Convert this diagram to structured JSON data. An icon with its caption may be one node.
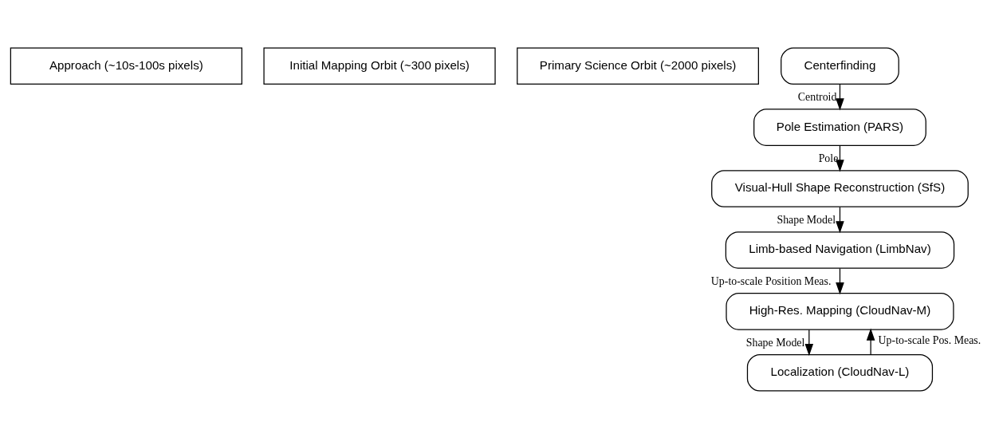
{
  "diagram": {
    "nodes": [
      {
        "text": [
          "Approach (~10s-100s pixels)"
        ]
      },
      {
        "text": [
          "Initial Mapping Orbit (~300 pixels)"
        ]
      },
      {
        "text": [
          "Primary Science Orbit (~2000 pixels)"
        ]
      },
      {
        "text": [
          "Centerfinding"
        ]
      },
      {
        "text": [
          "Pole Estimation (PARS)"
        ]
      },
      {
        "text": [
          "Visual-Hull Shape Reconstruction (SfS)"
        ]
      },
      {
        "text": [
          "Limb-based Navigation (LimbNav)"
        ]
      },
      {
        "text": [
          "High-Res. Mapping (CloudNav-M)"
        ]
      },
      {
        "text": [
          "Localization (CloudNav-L)"
        ]
      }
    ],
    "edges": [
      {
        "from": 3,
        "to": 4,
        "arrow": "to",
        "label": "Centroid"
      },
      {
        "from": 4,
        "to": 5,
        "arrow": "to",
        "label": "Pole"
      },
      {
        "from": 5,
        "to": 6,
        "arrow": "to",
        "label": "Shape Model"
      },
      {
        "from": 6,
        "to": 7,
        "arrow": "to",
        "label": "Up-to-scale Position Meas."
      },
      {
        "from": 7,
        "to": 8,
        "arrow": "to",
        "label": "Shape Model"
      },
      {
        "from": 8,
        "to": 7,
        "arrow": "to",
        "label": "Up-to-scale Pos. Meas."
      }
    ]
  }
}
